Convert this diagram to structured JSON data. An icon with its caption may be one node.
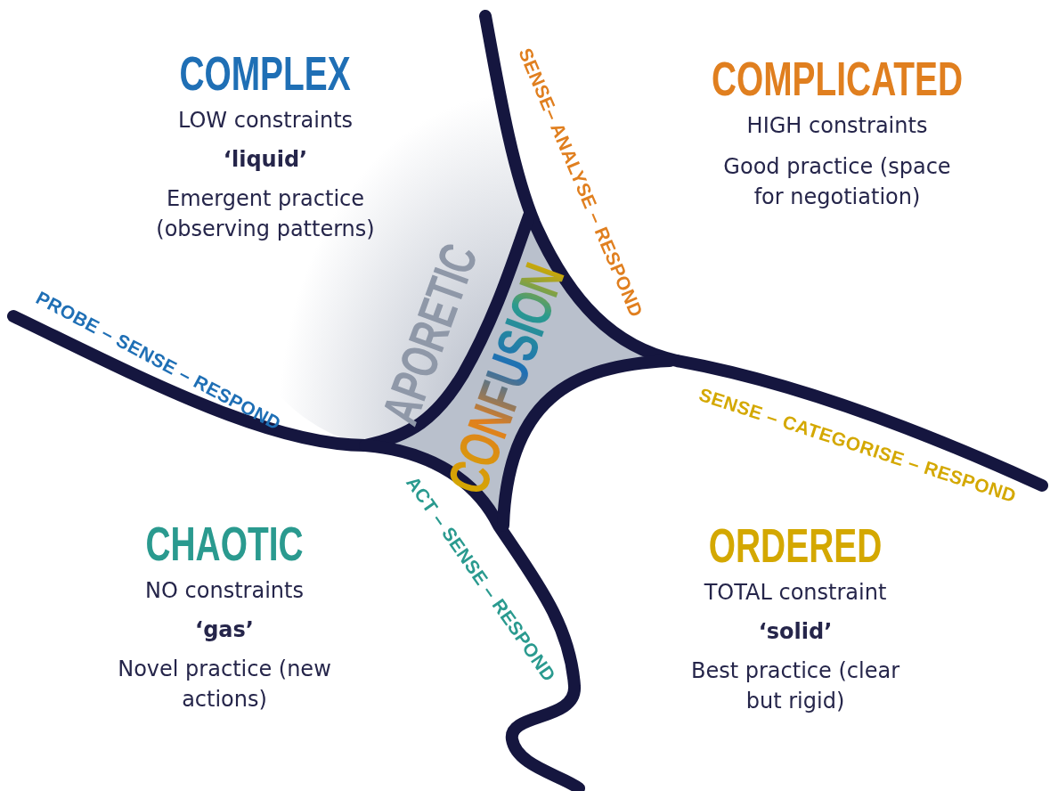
{
  "diagram": {
    "nodes": [
      {
        "text": [
          "COMPLEX",
          "LOW constraints",
          "‘liquid’",
          "Emergent practice (observing patterns)"
        ]
      },
      {
        "text": [
          "COMPLICATED",
          "HIGH constraints",
          "Good practice (space for negotiation)"
        ]
      },
      {
        "text": [
          "CHAOTIC",
          "NO constraints",
          "‘gas’",
          "Novel practice (new actions)"
        ]
      },
      {
        "text": [
          "ORDERED",
          "TOTAL constraint",
          "‘solid’",
          "Best practice (clear but rigid)"
        ]
      },
      {
        "text": [
          "APORETIC",
          "CONFUSION"
        ]
      }
    ],
    "labels": [
      "PROBE – SENSE – RESPOND",
      "SENSE– ANALYSE – RESPOND",
      "SENSE – CATEGORISE – RESPOND",
      "ACT – SENSE – RESPOND"
    ]
  }
}
